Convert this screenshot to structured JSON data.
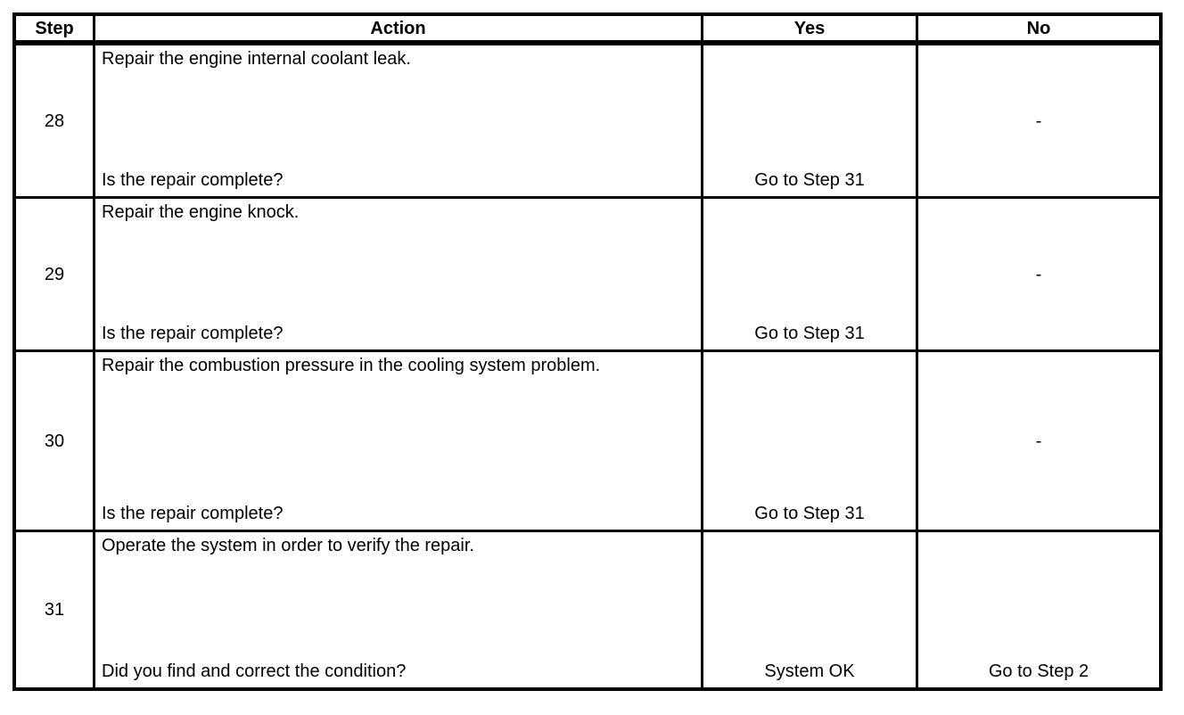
{
  "page": {
    "background_color": "#ffffff",
    "text_color": "#000000",
    "border_color": "#000000"
  },
  "table": {
    "headers": {
      "step": "Step",
      "action": "Action",
      "yes": "Yes",
      "no": "No"
    },
    "rows": [
      {
        "step": "28",
        "action": "Repair the engine internal coolant leak.",
        "question": "Is the repair complete?",
        "yes": "Go to Step 31",
        "no": "-"
      },
      {
        "step": "29",
        "action": "Repair the engine knock.",
        "question": "Is the repair complete?",
        "yes": "Go to Step 31",
        "no": "-"
      },
      {
        "step": "30",
        "action": "Repair the combustion pressure in the cooling system problem.",
        "question": "Is the repair complete?",
        "yes": "Go to Step 31",
        "no": "-"
      },
      {
        "step": "31",
        "action": "Operate the system in order to verify the repair.",
        "question": "Did you find and correct the condition?",
        "yes": "System OK",
        "no": "Go to Step 2"
      }
    ]
  }
}
